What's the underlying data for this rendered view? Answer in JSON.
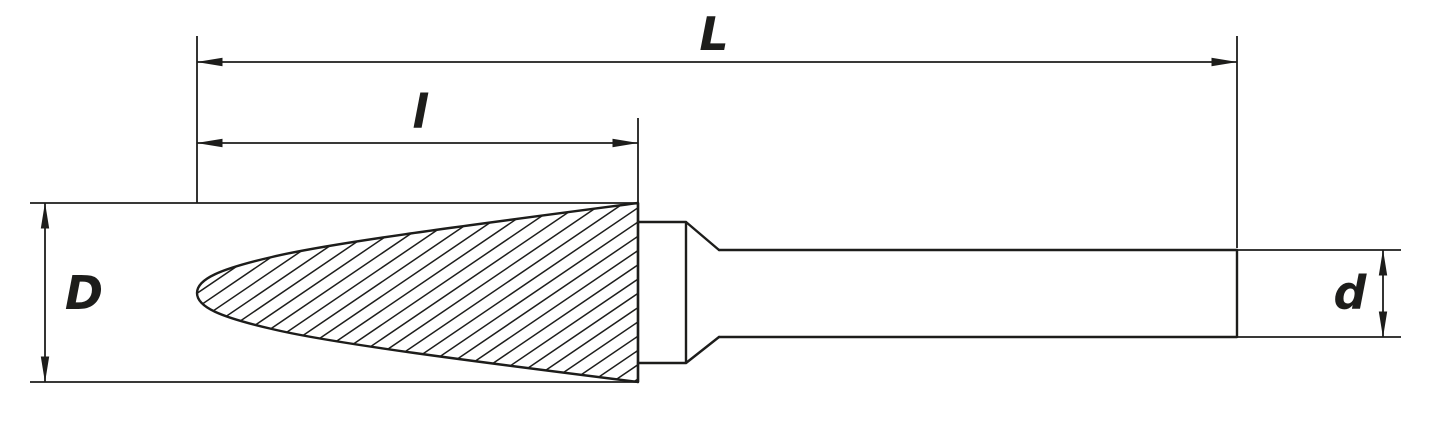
{
  "diagram": {
    "labels": {
      "overall_length": "L",
      "flute_length": "l",
      "head_diameter": "D",
      "shank_diameter": "d"
    },
    "colors": {
      "line": "#1d1d1b",
      "background": "#ffffff"
    }
  }
}
